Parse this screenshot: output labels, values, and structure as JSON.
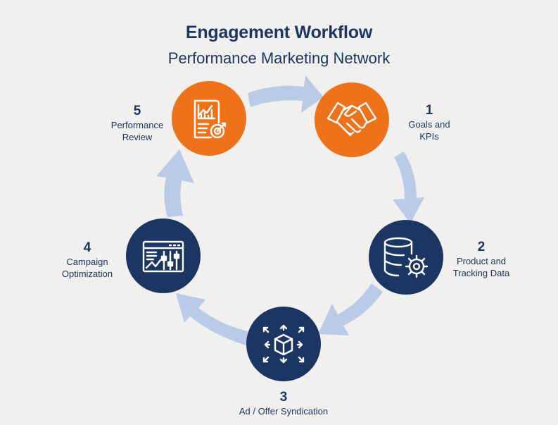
{
  "header": {
    "title": "Engagement Workflow",
    "subtitle": "Performance Marketing Network"
  },
  "colors": {
    "orange": "#ee7219",
    "navy": "#1c3664",
    "arrow": "#b9cbe6",
    "icon_stroke": "#ffffff"
  },
  "steps": [
    {
      "number": "1",
      "label": "Goals and\nKPIs",
      "icon": "handshake-icon",
      "color": "orange"
    },
    {
      "number": "2",
      "label": "Product and\nTracking Data",
      "icon": "database-gear-icon",
      "color": "navy"
    },
    {
      "number": "3",
      "label": "Ad / Offer Syndication",
      "icon": "box-distribution-icon",
      "color": "navy"
    },
    {
      "number": "4",
      "label": "Campaign\nOptimization",
      "icon": "dashboard-sliders-icon",
      "color": "navy"
    },
    {
      "number": "5",
      "label": "Performance\nReview",
      "icon": "report-target-icon",
      "color": "orange"
    }
  ]
}
